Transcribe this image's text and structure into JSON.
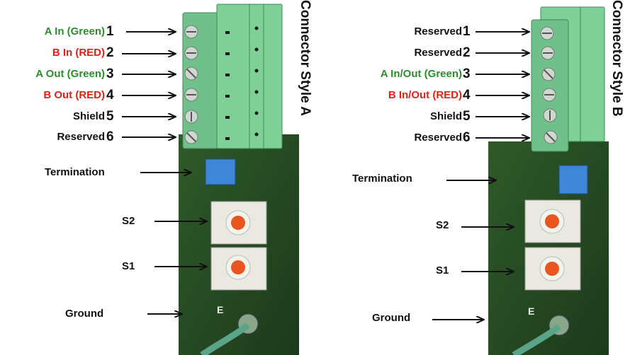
{
  "colors": {
    "green": "#2e8b2e",
    "red": "#e0201b",
    "black": "#111111"
  },
  "panels": [
    {
      "title": "Connector Style A",
      "pins": [
        {
          "label": "A In (Green)",
          "num": "1",
          "color": "green"
        },
        {
          "label": "B In (RED)",
          "num": "2",
          "color": "red"
        },
        {
          "label": "A Out (Green)",
          "num": "3",
          "color": "green"
        },
        {
          "label": "B Out (RED)",
          "num": "4",
          "color": "red"
        },
        {
          "label": "Shield",
          "num": "5",
          "color": "black"
        },
        {
          "label": "Reserved",
          "num": "6",
          "color": "black"
        }
      ],
      "termination": "Termination",
      "s2": "S2",
      "s1": "S1",
      "ground": "Ground",
      "ground_letter": "E"
    },
    {
      "title": "Connector Style B",
      "pins": [
        {
          "label": "Reserved",
          "num": "1",
          "color": "black"
        },
        {
          "label": "Reserved",
          "num": "2",
          "color": "black"
        },
        {
          "label": "A In/Out (Green)",
          "num": "3",
          "color": "green"
        },
        {
          "label": "B In/Out (RED)",
          "num": "4",
          "color": "red"
        },
        {
          "label": "Shield",
          "num": "5",
          "color": "black"
        },
        {
          "label": "Reserved",
          "num": "6",
          "color": "black"
        }
      ],
      "termination": "Termination",
      "s2": "S2",
      "s1": "S1",
      "ground": "Ground",
      "ground_letter": "E"
    }
  ]
}
